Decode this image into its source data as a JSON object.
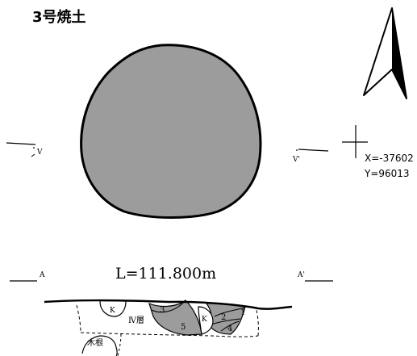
{
  "title": "3号焼土",
  "coordinates": {
    "x": "X=-37602",
    "y": "Y=96013"
  },
  "plan_section_markers": {
    "left": "V",
    "right": "V'"
  },
  "elevation": "L=111.800m",
  "section_markers": {
    "left": "A",
    "right": "A'"
  },
  "section_labels": {
    "layer": "Ⅳ層",
    "root": "木根",
    "k_left": "K",
    "k_right": "K",
    "fill_1": "1",
    "fill_2": "2",
    "fill_3": "3",
    "fill_4": "4",
    "fill_5": "5"
  },
  "colors": {
    "feature_fill": "#9c9c9c",
    "stroke": "#000000",
    "background": "#ffffff"
  }
}
